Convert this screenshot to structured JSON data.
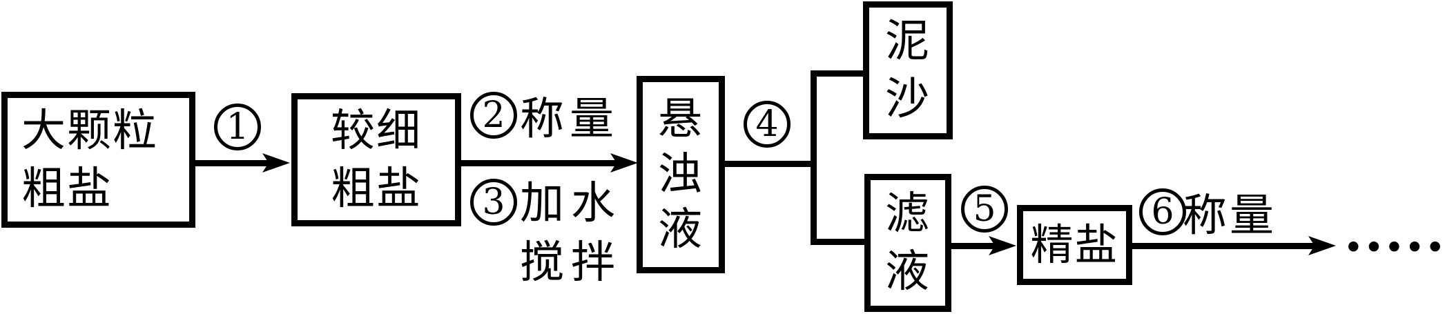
{
  "diagram": {
    "nodes": {
      "coarse_large": {
        "label": "大颗粒\n粗盐"
      },
      "coarse_fine": {
        "label": "较细\n粗盐"
      },
      "suspension": {
        "label": "悬\n浊\n液"
      },
      "sediment": {
        "label": "泥\n沙"
      },
      "filtrate": {
        "label": "滤\n液"
      },
      "refined_salt": {
        "label": "精盐"
      }
    },
    "steps": {
      "step1": {
        "num": "1"
      },
      "step2": {
        "num": "2",
        "label": "称量"
      },
      "step3": {
        "num": "3",
        "label": "加水\n搅拌"
      },
      "step4": {
        "num": "4"
      },
      "step5": {
        "num": "5"
      },
      "step6": {
        "num": "6",
        "label": "称量"
      }
    },
    "ellipsis": "●●●●●●",
    "colors": {
      "stroke": "#000000",
      "background": "#ffffff"
    }
  }
}
